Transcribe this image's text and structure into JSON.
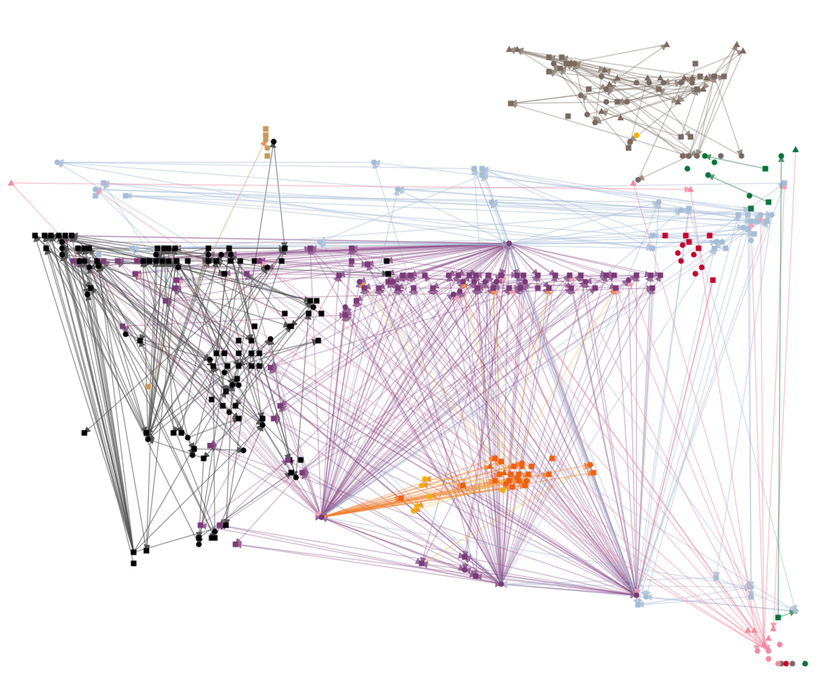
{
  "graph": {
    "type": "network",
    "title": "",
    "communities": [
      {
        "id": "black",
        "color": "#000000"
      },
      {
        "id": "purple",
        "color": "#7a3a78"
      },
      {
        "id": "steel",
        "color": "#a6bdd6"
      },
      {
        "id": "taupe",
        "color": "#7a6a60"
      },
      {
        "id": "orange",
        "color": "#f06010"
      },
      {
        "id": "gold",
        "color": "#f5ae00"
      },
      {
        "id": "crimson",
        "color": "#c8002c"
      },
      {
        "id": "pink",
        "color": "#f08ca0"
      },
      {
        "id": "green",
        "color": "#00743a"
      },
      {
        "id": "tan",
        "color": "#c89a58"
      }
    ],
    "node_shapes": [
      "square",
      "circle",
      "triangle"
    ],
    "edges_are_directed": true
  }
}
